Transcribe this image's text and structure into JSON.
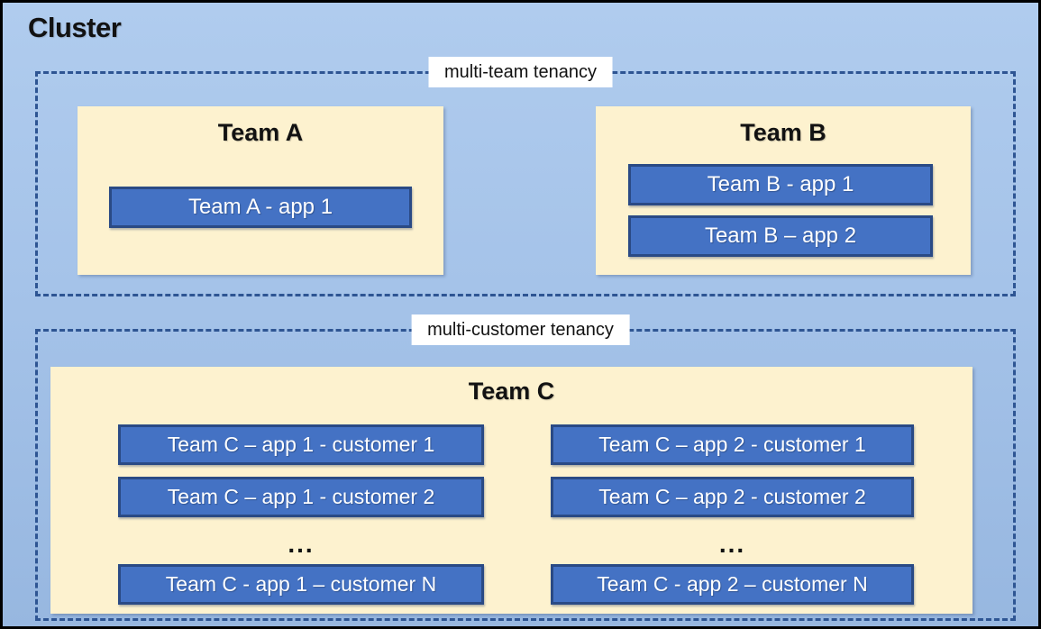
{
  "cluster_title": "Cluster",
  "sections": [
    {
      "label": "multi-team tenancy"
    },
    {
      "label": "multi-customer tenancy"
    }
  ],
  "team_a": {
    "title": "Team A",
    "apps": [
      "Team A - app 1"
    ]
  },
  "team_b": {
    "title": "Team B",
    "apps": [
      "Team B - app 1",
      "Team B – app 2"
    ]
  },
  "team_c": {
    "title": "Team C",
    "col1": {
      "rows": [
        "Team C – app 1 - customer 1",
        "Team C – app 1 - customer 2"
      ],
      "ellipsis": "...",
      "rowN": "Team C - app 1 – customer N"
    },
    "col2": {
      "rows": [
        "Team C – app 2 - customer 1",
        "Team C – app 2 - customer 2"
      ],
      "ellipsis": "...",
      "rowN": "Team C - app 2 – customer N"
    }
  },
  "colors": {
    "background": "#a5c3e9",
    "panel": "#fdf2cf",
    "app_fill": "#4472c4",
    "app_border": "#2a4a85",
    "dashed_border": "#2e5593",
    "label_background": "#ffffff",
    "text_dark": "#111111",
    "text_light": "#ffffff"
  }
}
